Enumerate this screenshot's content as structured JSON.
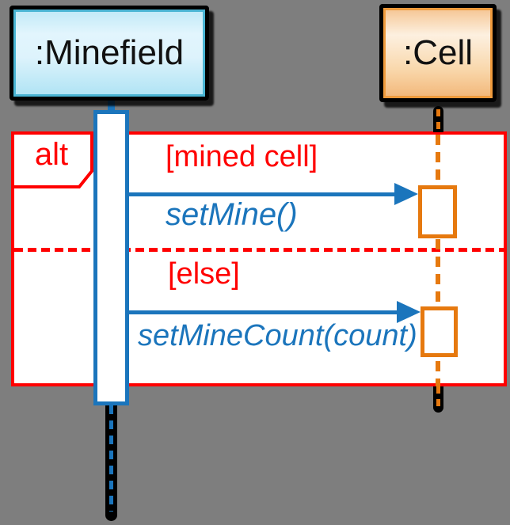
{
  "diagram": {
    "type": "uml-sequence-diagram",
    "lifelines": [
      {
        "name": ":Minefield",
        "header_fill": "light-blue-gradient",
        "accent_color": "#1B75BC"
      },
      {
        "name": ":Cell",
        "header_fill": "orange-gradient",
        "accent_color": "#E6790F"
      }
    ],
    "fragment": {
      "operator": "alt",
      "frame_color": "#FF0000",
      "operands": [
        {
          "guard": "[mined cell]",
          "message": {
            "label": "setMine()",
            "from": ":Minefield",
            "to": ":Cell",
            "style": "solid-arrow"
          }
        },
        {
          "guard": "[else]",
          "message": {
            "label": "setMineCount(count)",
            "from": ":Minefield",
            "to": ":Cell",
            "style": "solid-arrow"
          }
        }
      ]
    },
    "colors": {
      "bg": "#7E7E7E",
      "red": "#FF0000",
      "blue": "#1B75BC",
      "orange": "#E6790F",
      "teal": "#4AB5D4"
    }
  }
}
